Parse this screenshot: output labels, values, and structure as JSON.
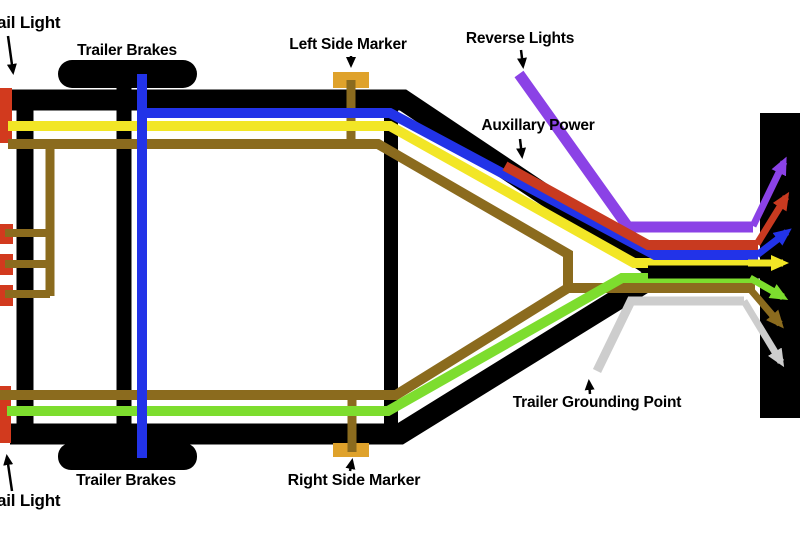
{
  "diagram": {
    "title_note": "4-way trailer wiring diagram",
    "labels": {
      "tail_light": "ail Light",
      "trailer_brakes": "Trailer Brakes",
      "left_side_marker": "Left Side Marker",
      "right_side_marker": "Right Side Marker",
      "reverse_lights": "Reverse Lights",
      "auxillary_power": "Auxillary Power",
      "trailer_grounding_point": "Trailer Grounding Point"
    },
    "colors": {
      "frame": "#000000",
      "tail_light": "#d23a1e",
      "marker_orange": "#dfa22b",
      "wire_yellow": "#f2e626",
      "wire_brown": "#8b6b1e",
      "wire_green": "#7ddd2e",
      "wire_blue": "#2233e8",
      "wire_purple": "#8b42e6",
      "wire_red": "#c83a20",
      "wire_white": "#cdcdcd",
      "label_text": "#000000",
      "background": "#ffffff"
    }
  }
}
